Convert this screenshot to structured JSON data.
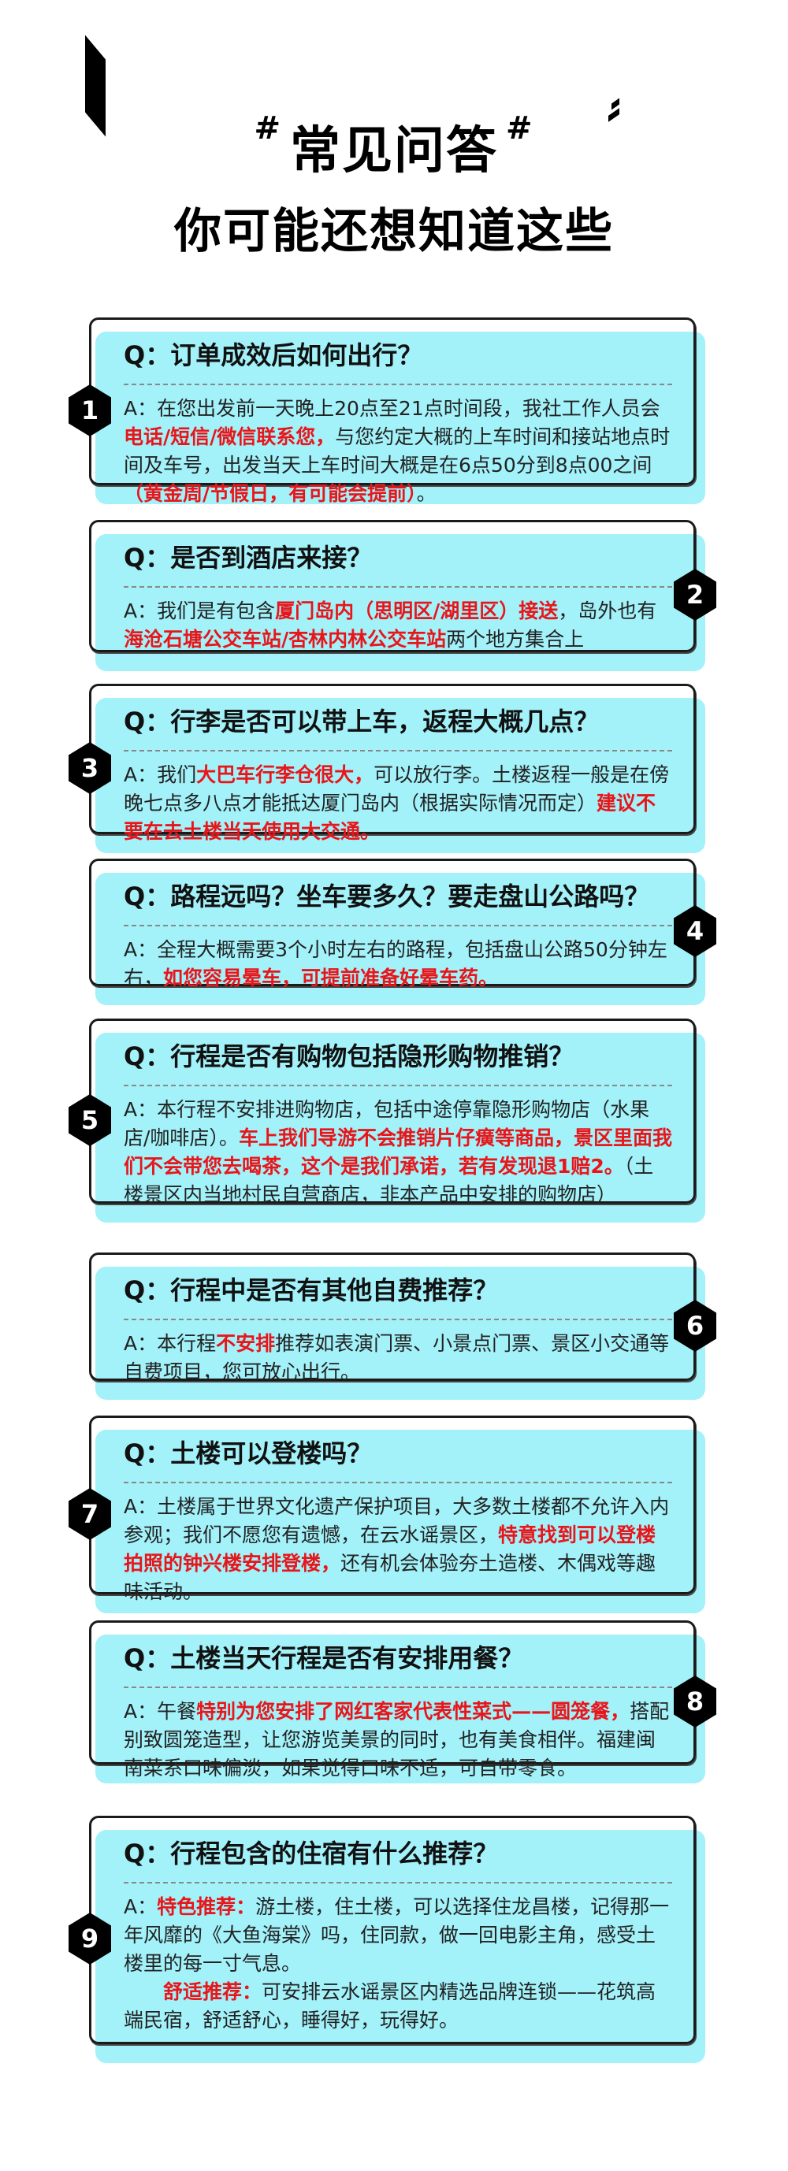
{
  "header": {
    "hash_left": "#",
    "title": "常见问答",
    "hash_right": "#",
    "subtitle": "你可能还想知道这些"
  },
  "faqs": [
    {
      "number": "1",
      "question": "Q：订单成效后如何出行？",
      "answer": [
        {
          "text": "A：在您出发前一天晚上20点至21点时间段，我社工作人员会",
          "red": false
        },
        {
          "text": "电话/短信/微信联系您，",
          "red": true
        },
        {
          "text": "与您约定大概的上车时间和接站地点时间及车号，出发当天上车时间大概是在6点50分到8点00之间",
          "red": false
        },
        {
          "text": "（黄金周/节假日，有可能会提前）",
          "red": true
        },
        {
          "text": "。",
          "red": false
        }
      ]
    },
    {
      "number": "2",
      "question": "Q：是否到酒店来接？",
      "answer": [
        {
          "text": "A：我们是有包含",
          "red": false
        },
        {
          "text": "厦门岛内（思明区/湖里区）接送",
          "red": true
        },
        {
          "text": "，岛外也有",
          "red": false
        },
        {
          "text": "海沧石塘公交车站/杏林内林公交车站",
          "red": true
        },
        {
          "text": "两个地方集合上",
          "red": false
        }
      ]
    },
    {
      "number": "3",
      "question": "Q：行李是否可以带上车，返程大概几点？",
      "answer": [
        {
          "text": "A：我们",
          "red": false
        },
        {
          "text": "大巴车行李仓很大，",
          "red": true
        },
        {
          "text": "可以放行李。土楼返程一般是在傍晚七点多八点才能抵达厦门岛内（根据实际情况而定）",
          "red": false
        },
        {
          "text": "建议不要在去土楼当天使用大交通。",
          "red": true
        }
      ]
    },
    {
      "number": "4",
      "question": "Q：路程远吗？坐车要多久？要走盘山公路吗？",
      "answer": [
        {
          "text": "A：全程大概需要3个小时左右的路程，包括盘山公路50分钟左右，",
          "red": false
        },
        {
          "text": "如您容易晕车，可提前准备好晕车药。",
          "red": true
        }
      ]
    },
    {
      "number": "5",
      "question": "Q：行程是否有购物包括隐形购物推销？",
      "answer": [
        {
          "text": "A：本行程不安排进购物店，包括中途停靠隐形购物店（水果店/咖啡店）。",
          "red": false
        },
        {
          "text": "车上我们导游不会推销片仔癀等商品，景区里面我们不会带您去喝茶，这个是我们承诺，若有发现退1赔2。",
          "red": true
        },
        {
          "text": "（土楼景区内当地村民自营商店，非本产品中安排的购物店）",
          "red": false
        }
      ]
    },
    {
      "number": "6",
      "question": "Q：行程中是否有其他自费推荐？",
      "answer": [
        {
          "text": "A：本行程",
          "red": false
        },
        {
          "text": "不安排",
          "red": true
        },
        {
          "text": "推荐如表演门票、小景点门票、景区小交通等自费项目，您可放心出行。",
          "red": false
        }
      ]
    },
    {
      "number": "7",
      "question": "Q：土楼可以登楼吗？",
      "answer": [
        {
          "text": "A：土楼属于世界文化遗产保护项目，大多数土楼都不允许入内参观；我们不愿您有遗憾，在云水谣景区，",
          "red": false
        },
        {
          "text": "特意找到可以登楼拍照的钟兴楼安排登楼，",
          "red": true
        },
        {
          "text": "还有机会体验夯土造楼、木偶戏等趣味活动。",
          "red": false
        }
      ]
    },
    {
      "number": "8",
      "question": "Q：土楼当天行程是否有安排用餐？",
      "answer": [
        {
          "text": "A：午餐",
          "red": false
        },
        {
          "text": "特别为您安排了网红客家代表性菜式——圆笼餐，",
          "red": true
        },
        {
          "text": "搭配别致圆笼造型，让您游览美景的同时，也有美食相伴。福建闽南菜系口味偏淡，如果觉得口味不适，可自带零食。",
          "red": false
        }
      ]
    },
    {
      "number": "9",
      "question": "Q：行程包含的住宿有什么推荐？",
      "answer": [
        {
          "text": "A：",
          "red": false
        },
        {
          "text": "特色推荐：",
          "red": true
        },
        {
          "text": "游土楼，住土楼，可以选择住龙昌楼，记得那一年风靡的《大鱼海棠》吗，住同款，做一回电影主角，感受土楼里的每一寸气息。",
          "red": false
        },
        {
          "text": "舒适推荐：",
          "red": true,
          "newline": true
        },
        {
          "text": "可安排云水谣景区内精选品牌连锁——花筑高端民宿，舒适舒心，睡得好，玩得好。",
          "red": false
        }
      ]
    }
  ]
}
